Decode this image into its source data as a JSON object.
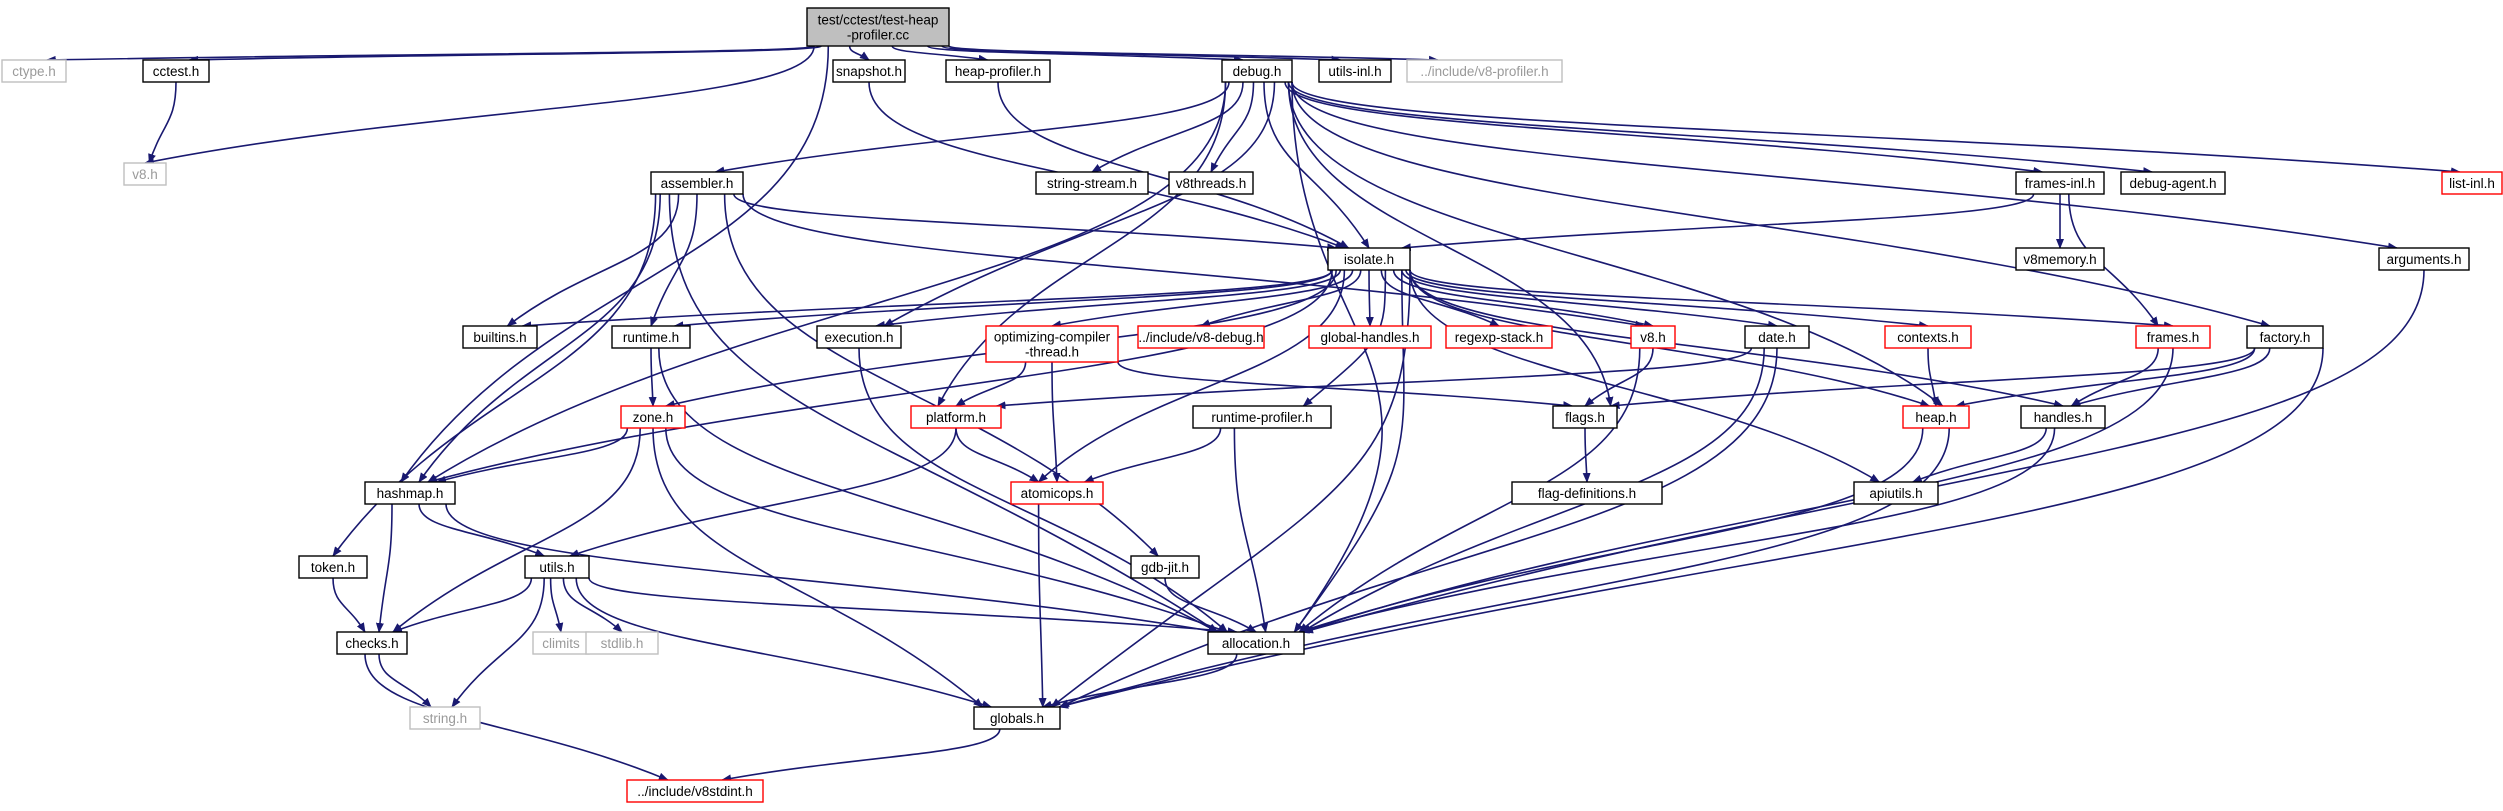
{
  "colors": {
    "edge": "#191970",
    "border_normal": "#000000",
    "border_red": "#ff0000",
    "border_gray": "#bfbfbf",
    "fill_root": "#bfbfbf",
    "fill_default": "#ffffff"
  },
  "nodes": {
    "root": [
      "test/cctest/test-heap",
      "-profiler.cc"
    ],
    "ctype": "ctype.h",
    "v8_h": "v8.h",
    "cctest": "cctest.h",
    "snapshot": "snapshot.h",
    "heap_profiler": "heap-profiler.h",
    "debug": "debug.h",
    "utils_inl": "utils-inl.h",
    "include_v8_profiler": "../include/v8-profiler.h",
    "assembler": "assembler.h",
    "string_stream": "string-stream.h",
    "v8threads": "v8threads.h",
    "frames_inl": "frames-inl.h",
    "debug_agent": "debug-agent.h",
    "list_inl": "list-inl.h",
    "isolate": "isolate.h",
    "v8memory": "v8memory.h",
    "arguments": "arguments.h",
    "builtins": "builtins.h",
    "runtime": "runtime.h",
    "execution": "execution.h",
    "optimizing": [
      "optimizing-compiler",
      "-thread.h"
    ],
    "include_v8_debug": "../include/v8-debug.h",
    "global_handles": "global-handles.h",
    "regexp_stack": "regexp-stack.h",
    "v8_red": "v8.h",
    "date": "date.h",
    "contexts": "contexts.h",
    "frames": "frames.h",
    "factory": "factory.h",
    "zone": "zone.h",
    "platform": "platform.h",
    "runtime_profiler": "runtime-profiler.h",
    "flags": "flags.h",
    "heap": "heap.h",
    "handles": "handles.h",
    "hashmap": "hashmap.h",
    "atomicops": "atomicops.h",
    "flag_definitions": "flag-definitions.h",
    "apiutils": "apiutils.h",
    "token": "token.h",
    "utils": "utils.h",
    "gdb_jit": "gdb-jit.h",
    "checks": "checks.h",
    "climits": "climits",
    "stdlib": "stdlib.h",
    "allocation": "allocation.h",
    "string_h": "string.h",
    "globals": "globals.h",
    "v8stdint": "../include/v8stdint.h"
  }
}
